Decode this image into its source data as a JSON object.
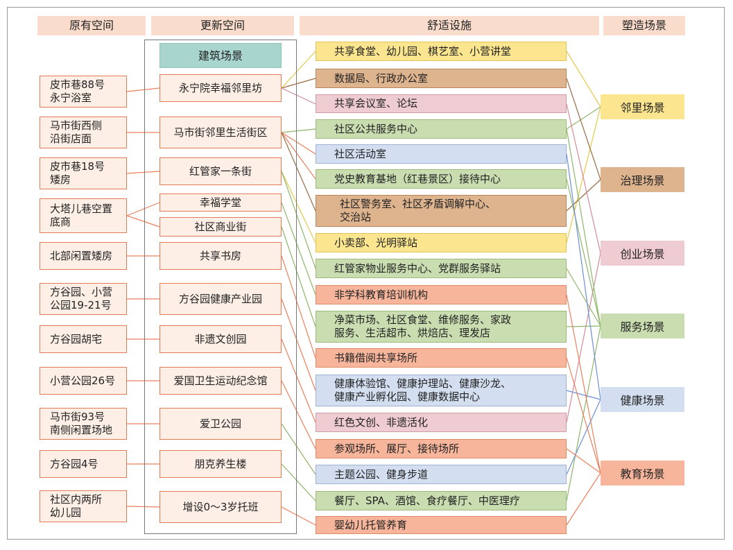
{
  "headers": {
    "original": "原有空间",
    "updated": "更新空间",
    "amenities": "舒适设施",
    "scenes": "塑造场景"
  },
  "original_spaces": [
    "皮市巷88号\n永宁浴室",
    "马市街西侧\n沿街店面",
    "皮市巷18号\n矮房",
    "大塔儿巷空置\n底商",
    "北部闲置矮房",
    "方谷园、小营\n公园19-21号",
    "方谷园胡宅",
    "小营公园26号",
    "马市街93号\n南侧闲置场地",
    "方谷园4号",
    "社区内两所\n幼儿园"
  ],
  "updated_title": "建筑场景",
  "updated_spaces": [
    "永宁院幸福邻里坊",
    "马市街邻里生活街区",
    "红管家一条街",
    "幸福学堂",
    "社区商业街",
    "共享书房",
    "方谷园健康产业园",
    "非遗文创园",
    "爱国卫生运动纪念馆",
    "爱卫公园",
    "朋克养生楼",
    "增设0～3岁托班"
  ],
  "amenities": [
    "共享食堂、幼儿园、棋艺室、小营讲堂",
    "数据局、行政办公室",
    "共享会议室、论坛",
    "社区公共服务中心",
    "社区活动室",
    "党史教育基地（红巷景区）接待中心",
    "社区警务室、社区矛盾调解中心、\n交治站",
    "小卖部、光明驿站",
    "红管家物业服务中心、党群服务驿站",
    "非学科教育培训机构",
    "净菜市场、社区食堂、维修服务、家政\n服务、生活超市、烘焙店、理发店",
    "书籍借阅共享场所",
    "健康体验馆、健康护理站、健康沙龙、\n健康产业孵化园、健康数据中心",
    "红色文创、非遗活化",
    "参观场所、展厅、接待场所",
    "主题公园、健身步道",
    "餐厅、SPA、酒馆、食疗餐厅、中医理疗",
    "婴幼儿托管养育"
  ],
  "scenes": [
    "邻里场景",
    "治理场景",
    "创业场景",
    "服务场景",
    "健康场景",
    "教育场景"
  ],
  "colors": {
    "yellow": "#fbe58f",
    "brown": "#deb48f",
    "pink": "#efcbd2",
    "green": "#c9ddb0",
    "blue": "#d3dff0",
    "salmon": "#f7b59b",
    "box_border": "#e07b55",
    "box_fill": "#fdeee6",
    "header": "#f9dccb",
    "title_box": "#a9d5cf"
  }
}
